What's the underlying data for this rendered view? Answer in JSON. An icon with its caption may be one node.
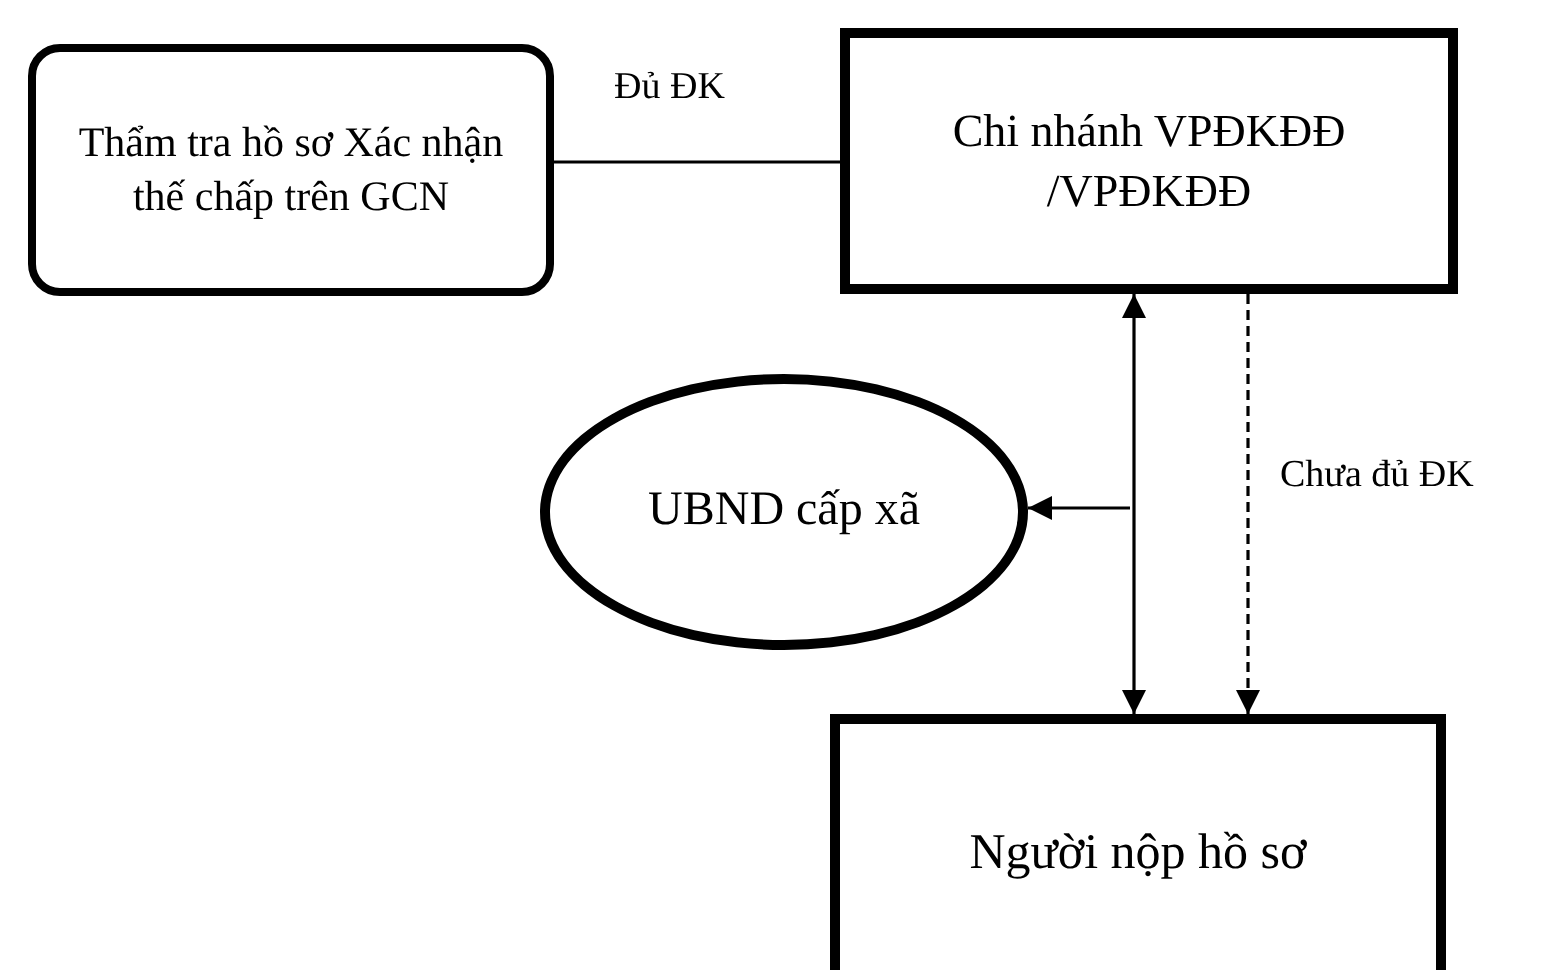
{
  "diagram": {
    "nodes": [
      {
        "text": [
          "Thẩm tra hồ sơ Xác nhận thế chấp trên GCN"
        ]
      },
      {
        "text": [
          "Chi nhánh VPĐKĐĐ /VPĐKĐĐ"
        ]
      },
      {
        "text": [
          "UBND cấp xã"
        ]
      },
      {
        "text": [
          "Người nộp hồ sơ"
        ]
      }
    ],
    "edges": [
      {
        "from": 0,
        "to": 1,
        "arrow": "none",
        "label": "Đủ ĐK"
      },
      {
        "from": 3,
        "to": 1,
        "arrow": "both"
      },
      {
        "from": null,
        "to": 2,
        "arrow": "to"
      },
      {
        "from": 1,
        "to": 3,
        "arrow": "to",
        "label": "Chưa đủ ĐK",
        "style": "dashed"
      }
    ]
  }
}
